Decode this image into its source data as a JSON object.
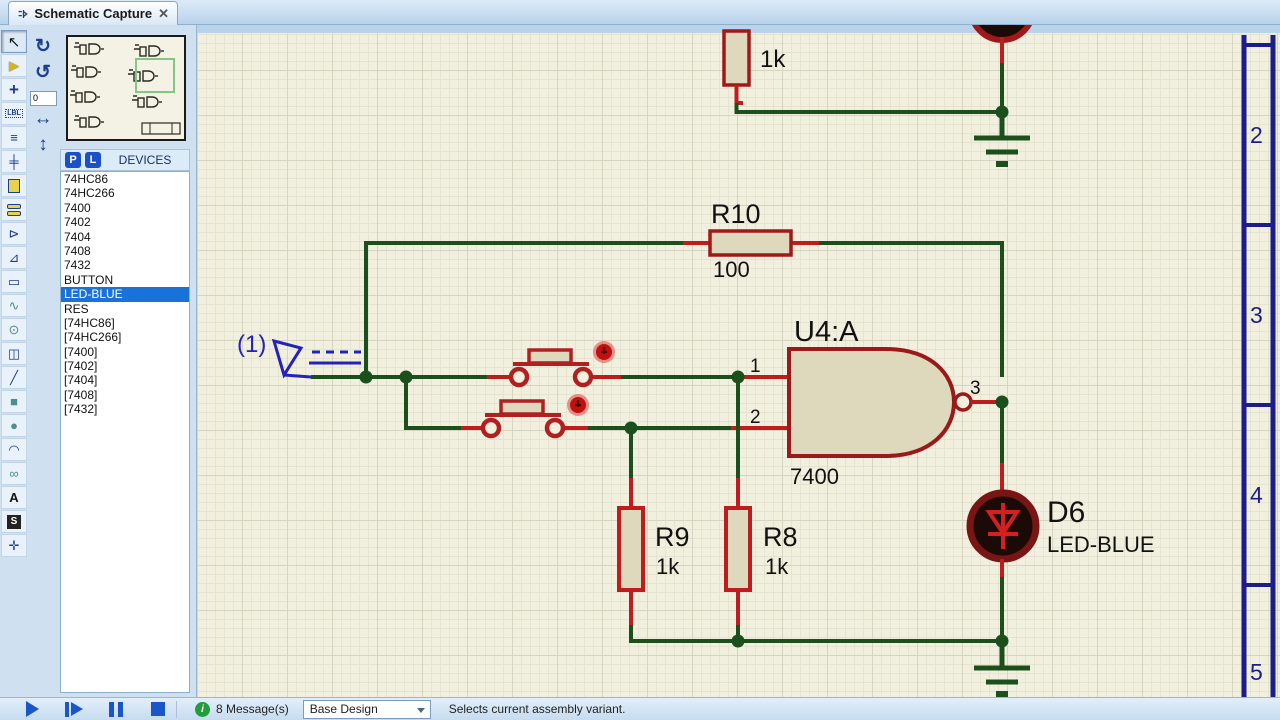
{
  "tab": {
    "title": "Schematic Capture",
    "close_glyph": "✕"
  },
  "sidebar": {
    "orientation": {
      "angle": "0",
      "rotate_cw": "↻",
      "rotate_ccw": "↺",
      "flip_h": "↔",
      "flip_v": "↕"
    },
    "panel_header": {
      "p": "P",
      "l": "L",
      "title": "DEVICES"
    },
    "toolbar_glyphs": {
      "selection": "↖",
      "component": "▶",
      "junction": "+",
      "wire_label": "LBL",
      "text_script": "≡",
      "bus": "╪",
      "device_pin": "⊳",
      "graph": "⊿",
      "tape": "▭",
      "generator": "∿",
      "probe": "⊙",
      "instrument": "◫",
      "line_2d": "╱",
      "box_2d": "■",
      "circle_2d": "●",
      "arc_2d": "◠",
      "path_2d": "∞",
      "text_2d": "A",
      "symbol_2d": "S",
      "marker_2d": "✛"
    },
    "devices": [
      "74HC86",
      "74HC266",
      "7400",
      "7402",
      "7404",
      "7408",
      "7432",
      "BUTTON",
      "LED-BLUE",
      "RES",
      "[74HC86]",
      "[74HC266]",
      "[7400]",
      "[7402]",
      "[7404]",
      "[7408]",
      "[7432]"
    ],
    "selected_device": "LED-BLUE"
  },
  "schematic": {
    "components": {
      "top_resistor": {
        "value": "1k"
      },
      "r10": {
        "ref": "R10",
        "value": "100"
      },
      "gate": {
        "ref": "U4:A",
        "part": "7400",
        "pin_in1": "1",
        "pin_in2": "2",
        "pin_out": "3"
      },
      "r9": {
        "ref": "R9",
        "value": "1k"
      },
      "r8": {
        "ref": "R8",
        "value": "1k"
      },
      "led": {
        "ref": "D6",
        "value": "LED-BLUE"
      },
      "offpage_terminal": {
        "label": "(1)"
      }
    },
    "ruler_numbers": [
      "2",
      "3",
      "4",
      "5"
    ]
  },
  "statusbar": {
    "messages": "8 Message(s)",
    "variant": "Base Design",
    "hint": "Selects current assembly variant.",
    "info_glyph": "i"
  },
  "colors": {
    "wire_green": "#1b4f1b",
    "lead_red": "#bf1d1d",
    "component_outline": "#9a1a1a",
    "component_fill": "#ded9bd",
    "selection_blue": "#1a72d8",
    "sheet_border_navy": "#1c1c8a",
    "terminal_blue": "#2323bb"
  }
}
